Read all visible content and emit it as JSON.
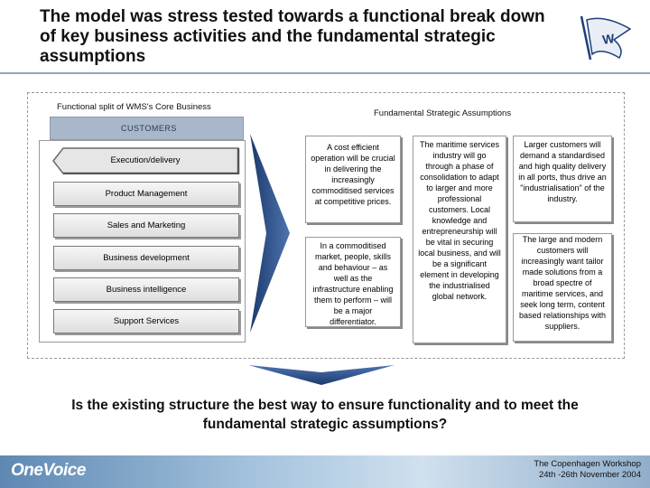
{
  "slide": {
    "title": "The model was stress tested towards a functional break down of key business activities and the fundamental strategic assumptions",
    "logo_letter": "W",
    "left_label": "Functional split of WMS's Core Business",
    "right_label": "Fundamental Strategic Assumptions",
    "customers_label": "CUSTOMERS",
    "functions": [
      "Execution/delivery",
      "Product Management",
      "Sales and Marketing",
      "Business development",
      "Business intelligence",
      "Support Services"
    ],
    "assumptions": {
      "a1": "A cost efficient operation will be crucial in delivering the increasingly commoditised services at competitive prices.",
      "a2": "In a commoditised market, people, skills and behaviour – as well as the infrastructure enabling them to perform – will be a major differentiator.",
      "b": "The maritime services industry will go through a phase of consolidation to adapt to larger and more professional customers. Local knowledge and entrepreneurship will be vital in securing local business, and will be a significant element in developing the industrialised global network.",
      "c1": "Larger customers will demand a standardised and high quality delivery in all ports, thus drive an \"industrialisation\" of the industry.",
      "c2": "The large and modern customers will increasingly want tailor made solutions from a broad spectre of maritime services, and seek long term, content based relationships with suppliers."
    },
    "question": "Is the existing structure the best way to ensure functionality and to meet the fundamental strategic assumptions?",
    "footer": {
      "brand": "OneVoice",
      "event_line1": "The Copenhagen Workshop",
      "event_line2": "24th -26th November 2004"
    }
  }
}
